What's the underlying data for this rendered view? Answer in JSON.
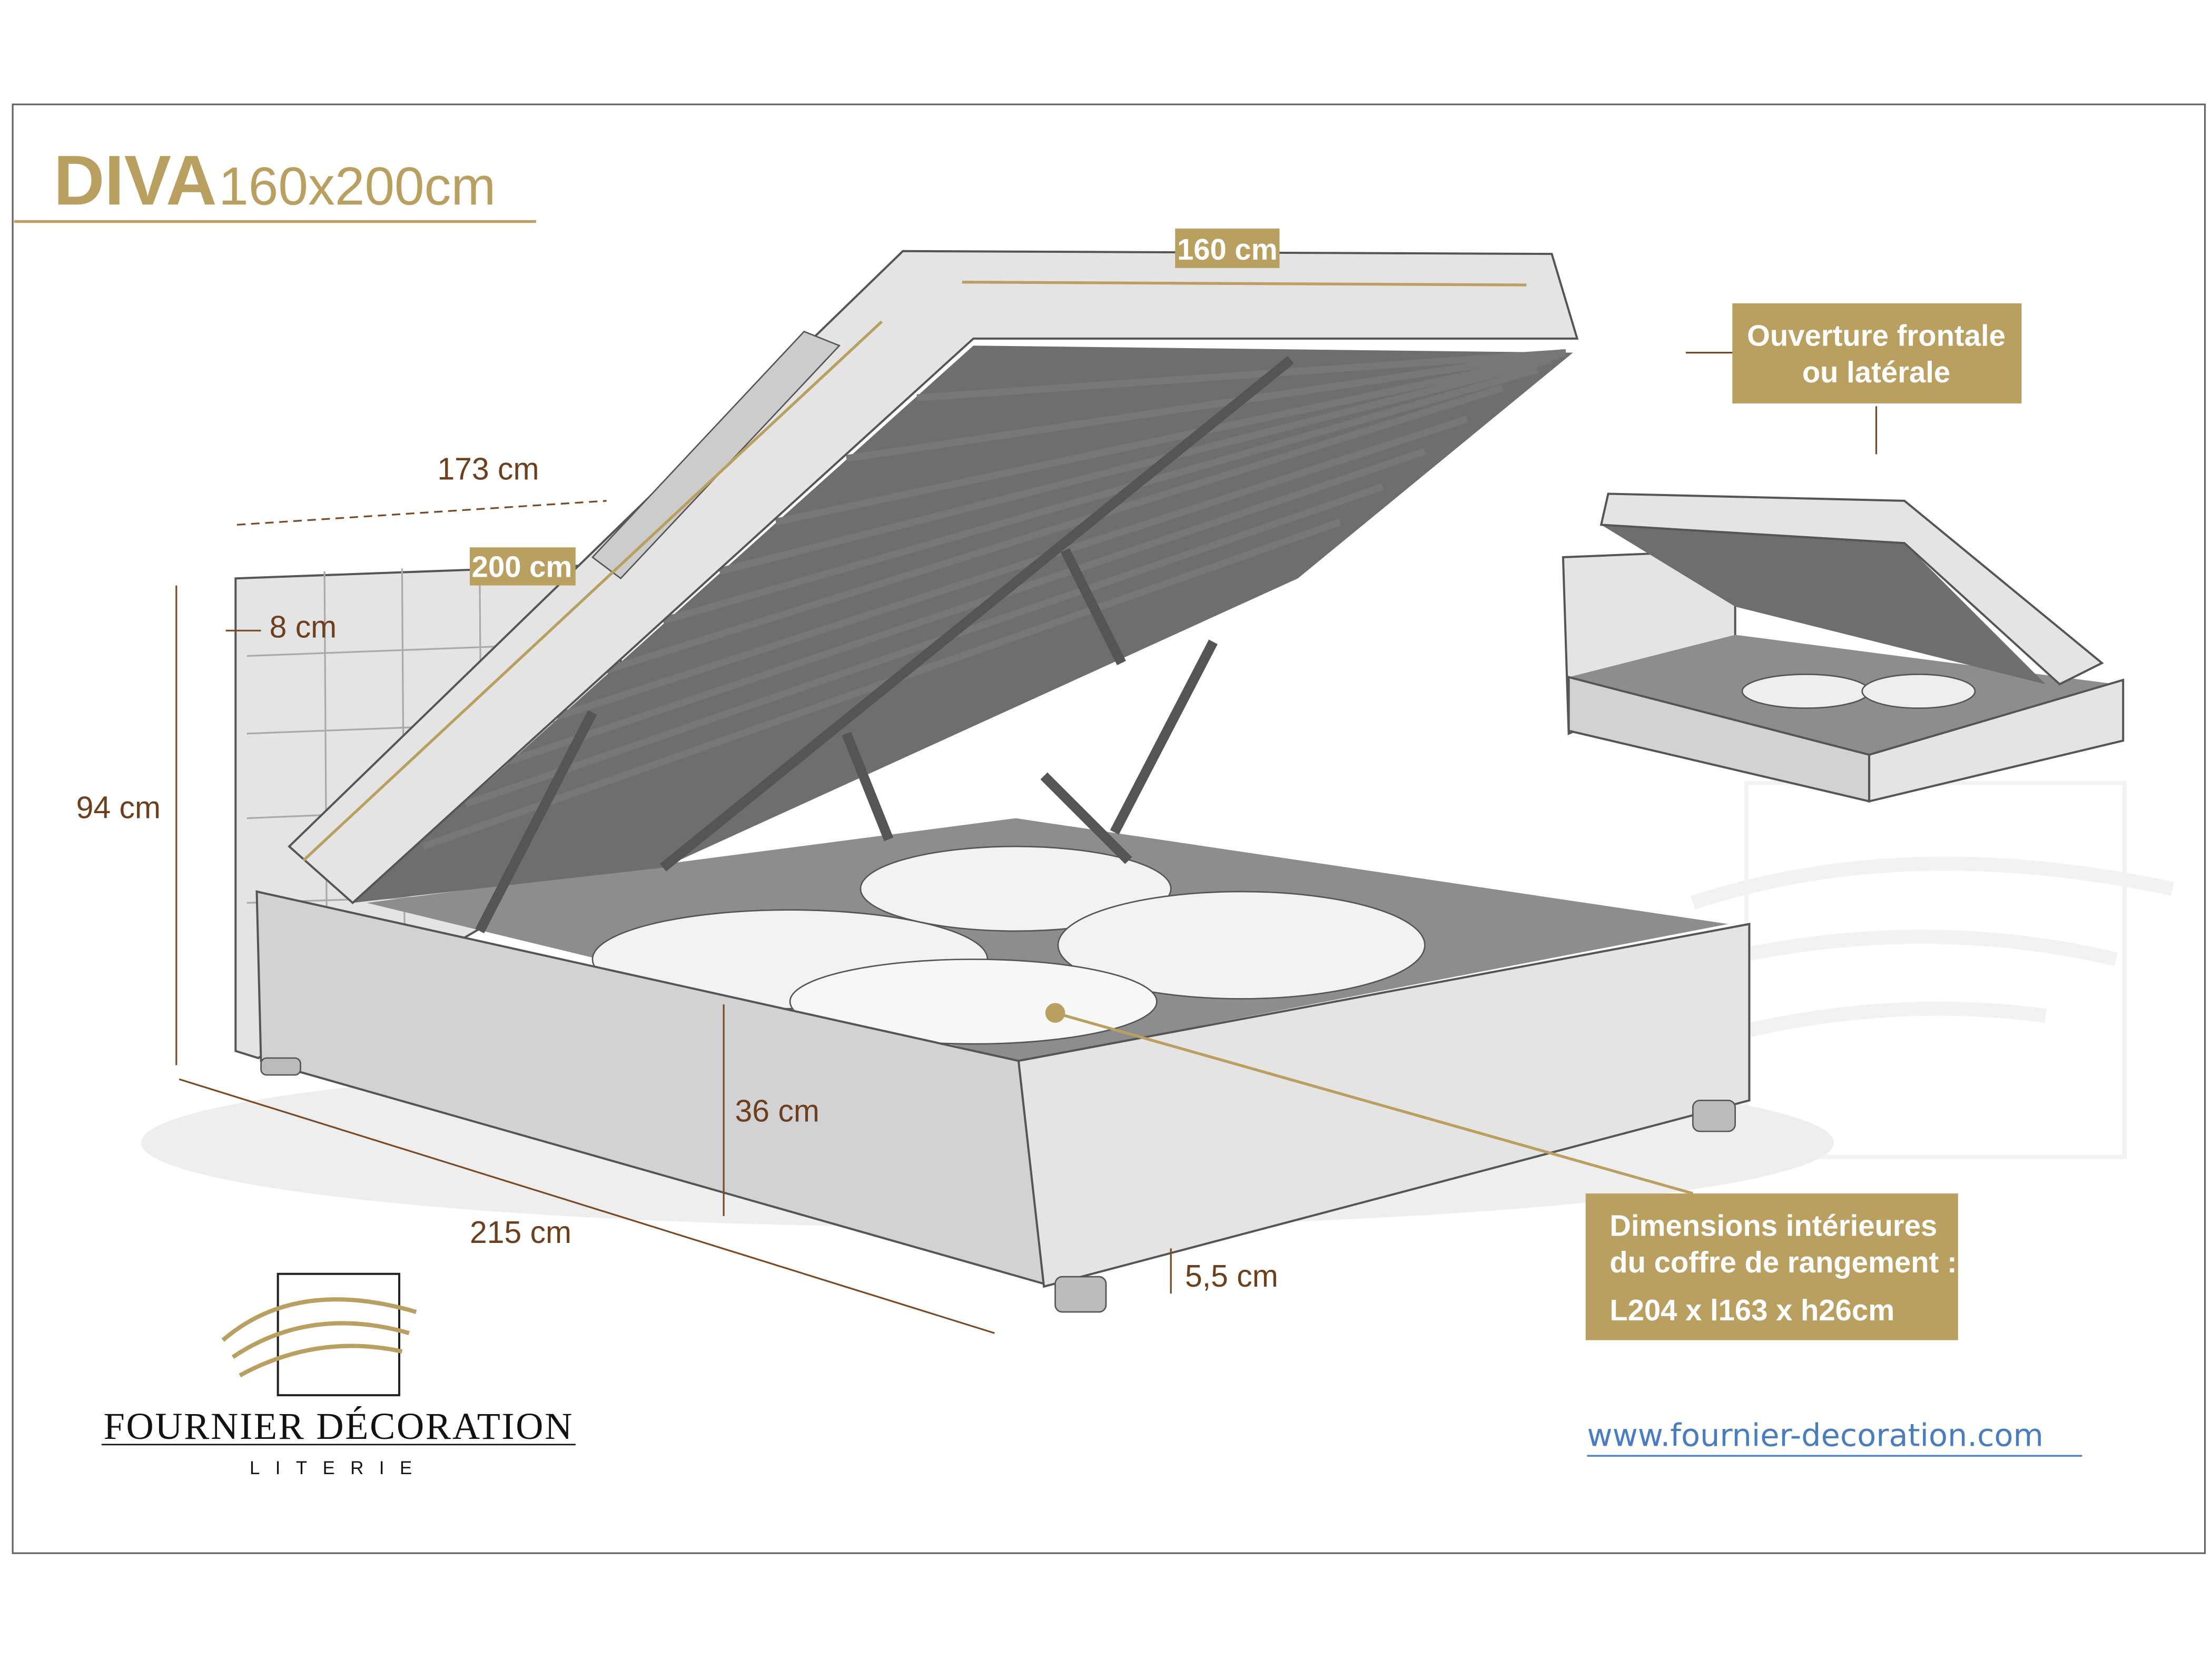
{
  "title": {
    "model": "DIVA",
    "size": "160x200cm"
  },
  "dimensions": {
    "lid_width": "160 cm",
    "length_173": "173 cm",
    "lid_length": "200 cm",
    "headboard_thickness": "8 cm",
    "total_height": "94 cm",
    "base_height": "36 cm",
    "total_length": "215 cm",
    "foot_height": "5,5 cm"
  },
  "opening_callout": {
    "line1": "Ouverture frontale",
    "line2": "ou latérale"
  },
  "storage_callout": {
    "line1": "Dimensions intérieures",
    "line2": "du coffre de rangement :",
    "line3": "L204 x l163 x h26cm"
  },
  "brand": {
    "name": "FOURNIER DÉCORATION",
    "sub": "LITERIE"
  },
  "website": "www.fournier-decoration.com",
  "colors": {
    "gold": "#b9a060",
    "label": "#6e3f1c",
    "link": "#4a7cc0"
  }
}
